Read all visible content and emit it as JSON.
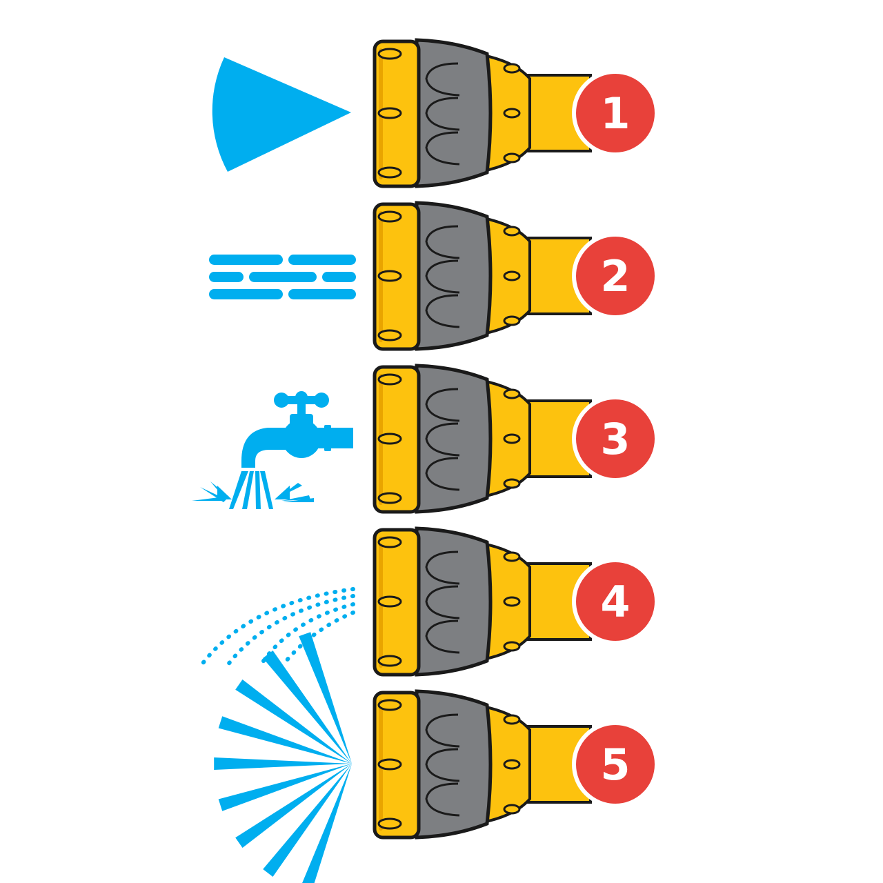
{
  "colors": {
    "background": "#ffffff",
    "water": "#00aeef",
    "nozzle_yellow": "#fdc20e",
    "nozzle_yellow_shade": "#e9a400",
    "nozzle_grey": "#7d7f82",
    "outline": "#1a1a1a",
    "badge_red": "#e8413a",
    "badge_text": "#ffffff"
  },
  "settings": [
    {
      "number": "1",
      "pattern_icon": "cone-jet-icon"
    },
    {
      "number": "2",
      "pattern_icon": "flat-stream-icon"
    },
    {
      "number": "3",
      "pattern_icon": "tap-shower-icon"
    },
    {
      "number": "4",
      "pattern_icon": "mist-arc-icon"
    },
    {
      "number": "5",
      "pattern_icon": "fan-spray-icon"
    }
  ]
}
